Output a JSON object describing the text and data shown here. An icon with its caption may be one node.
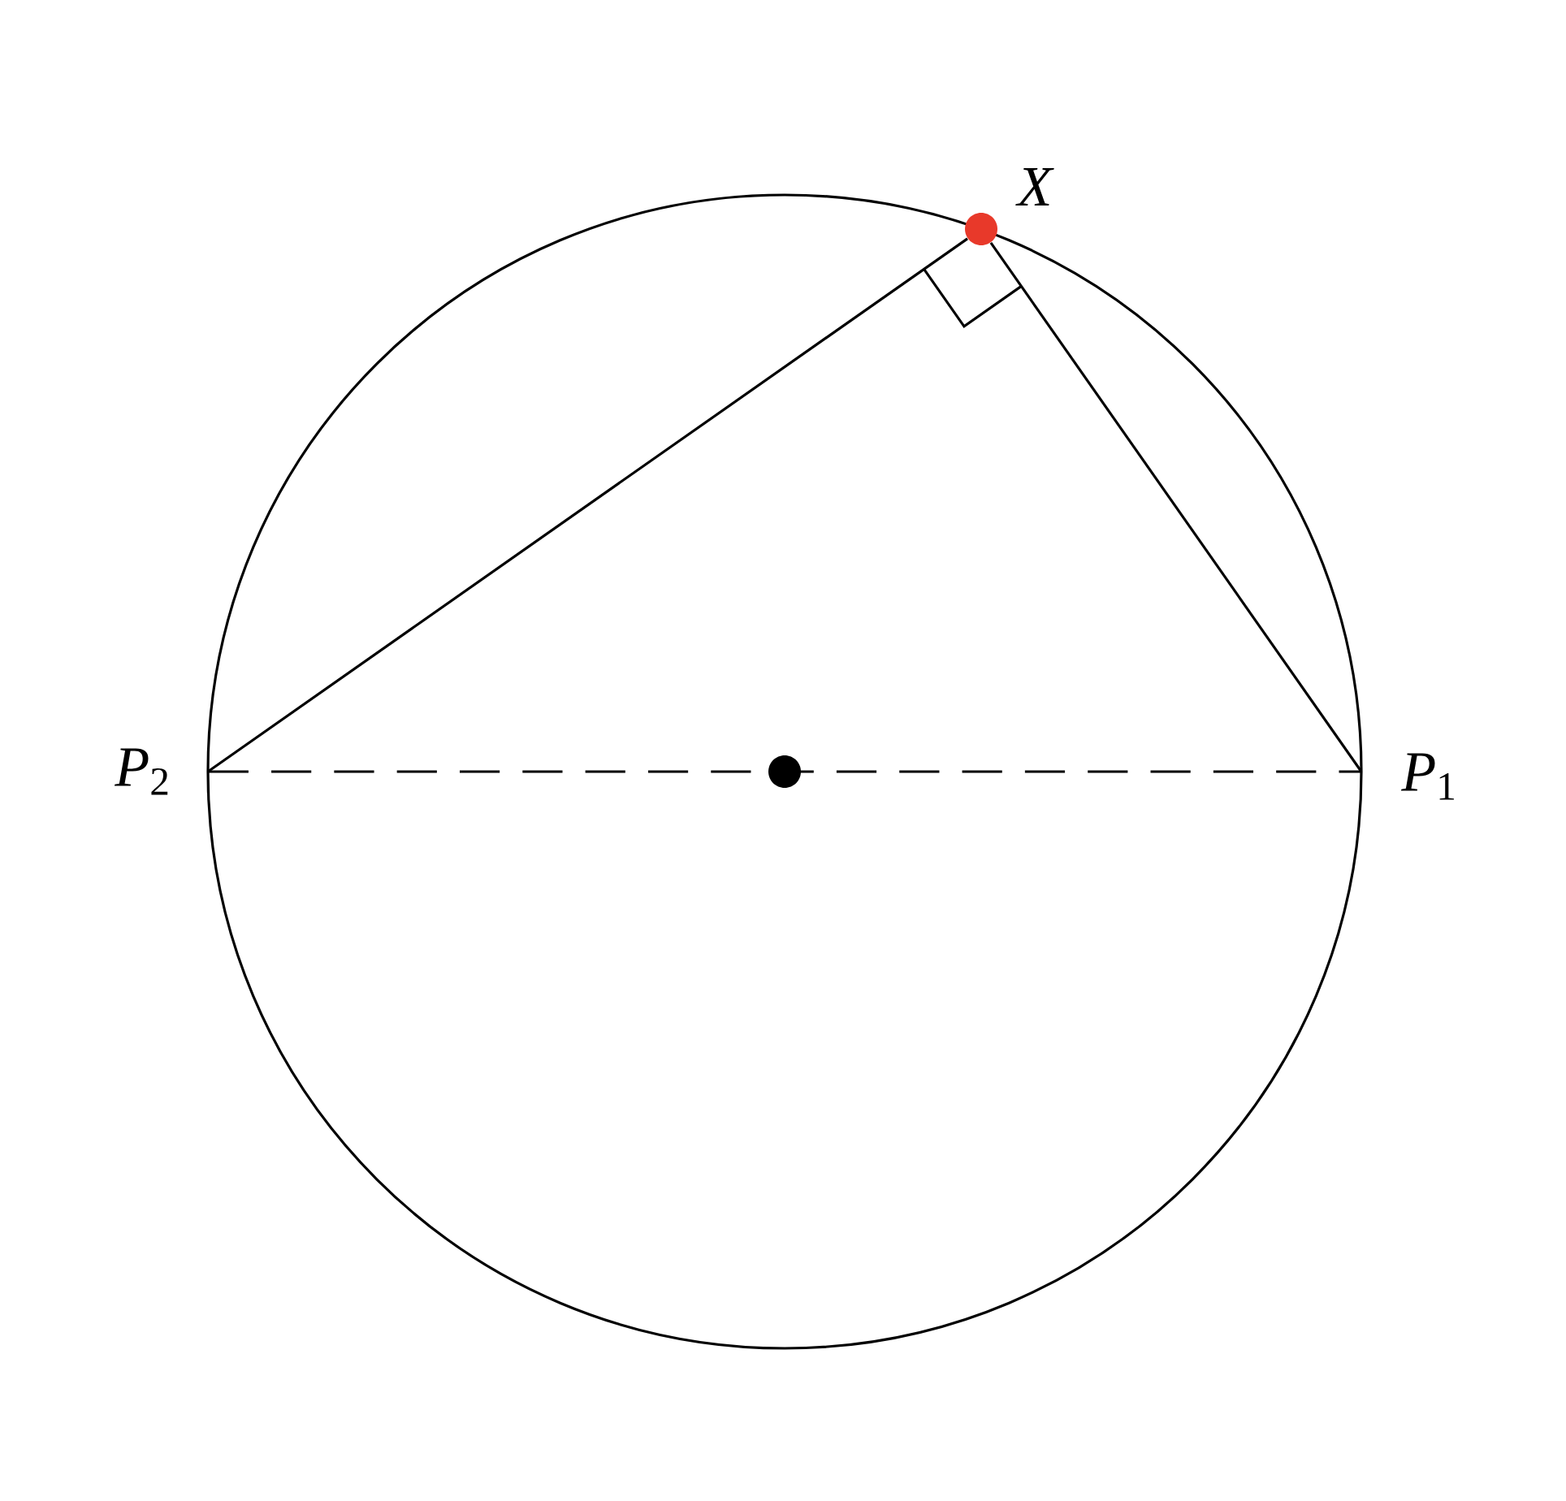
{
  "diagram": {
    "nodes": [
      {
        "text": [
          "X"
        ]
      },
      {
        "text": [
          "*P*$_{2}$"
        ]
      },
      {
        "text": [
          "*P*$_{1}$"
        ]
      }
    ],
    "edges": [
      {
        "from": 0,
        "to": 1,
        "arrow": "none"
      },
      {
        "from": 0,
        "to": 2,
        "arrow": "none"
      },
      {
        "from": 1,
        "to": 2,
        "arrow": "none",
        "style": "dashed"
      }
    ]
  }
}
